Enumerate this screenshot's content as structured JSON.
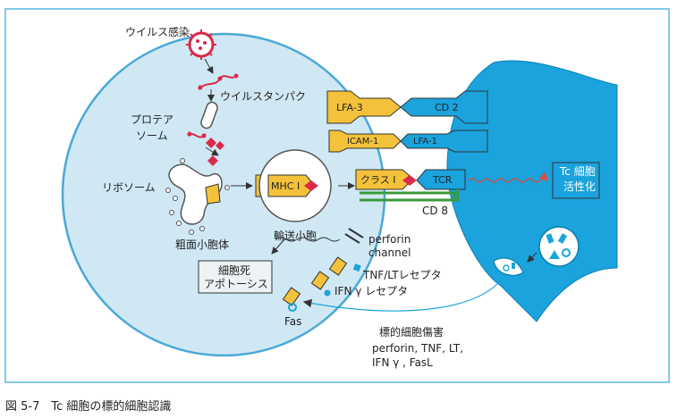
{
  "caption": "図 5-7　Tc 細胞の標的細胞認識",
  "labels": {
    "virus_infection": "ウイルス感染",
    "virus_protein": "ウイルスタンパク",
    "proteasome_1": "プロテア",
    "proteasome_2": "ソーム",
    "ribosome": "リボソーム",
    "rough_er": "粗面小胞体",
    "transport_vesicle": "輸送小胞",
    "cell_death_1": "細胞死",
    "cell_death_2": "アポトーシス",
    "perforin_channel_1": "perforin",
    "perforin_channel_2": "channel",
    "tnf_receptor": "TNF/LTレセプタ",
    "ifn_receptor": "IFN γ レセプタ",
    "fas": "Fas",
    "cytotoxic_1": "標的細胞傷害",
    "cytotoxic_2": "perforin, TNF, LT,",
    "cytotoxic_3": "IFN γ , FasL",
    "cd8": "CD 8",
    "tc_activation_1": "Tc 細胞",
    "tc_activation_2": "活性化"
  },
  "molecules": {
    "lfa3": "LFA-3",
    "cd2": "CD 2",
    "icam1": "ICAM-1",
    "lfa1": "LFA-1",
    "mhc1": "MHC Ⅰ",
    "class1": "クラス Ⅰ",
    "tcr": "TCR"
  },
  "colors": {
    "target_cell": "#cfe8f4",
    "t_cell": "#1aa3dd",
    "molecule_yellow": "#f3c23a",
    "peptide": "#d92a4a",
    "cd8_green": "#3a9a3a",
    "frame": "#5bb8e0",
    "activation_arrow": "#e04a3a"
  }
}
